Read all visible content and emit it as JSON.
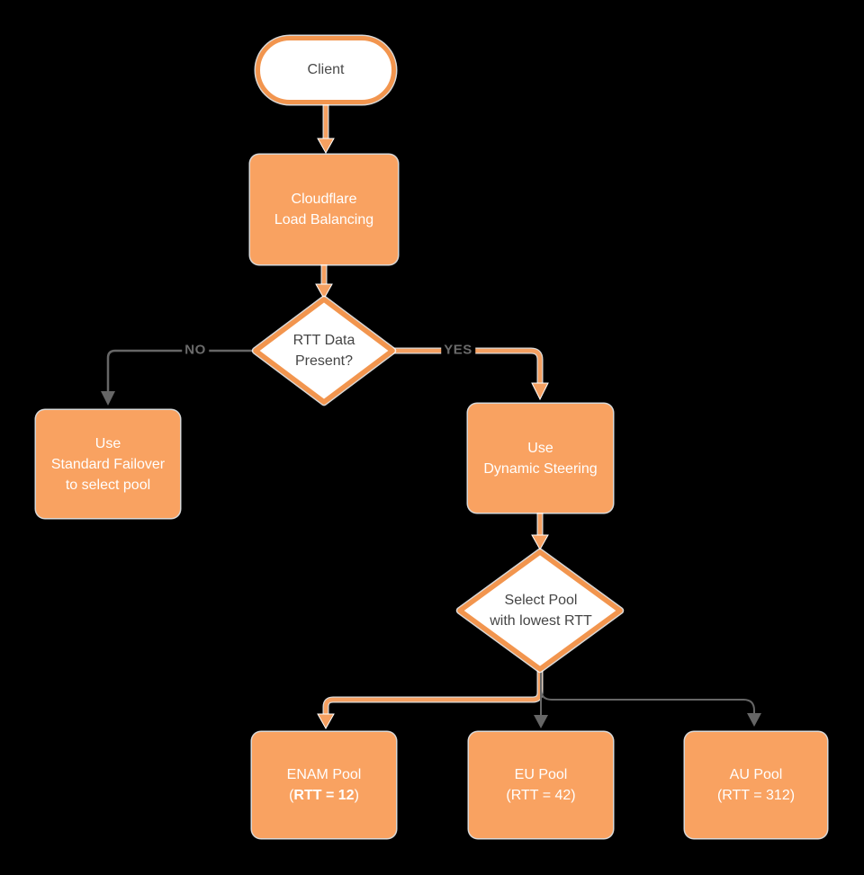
{
  "diagram_type": "flowchart",
  "colors": {
    "background": "#000000",
    "node_fill_orange": "#F9A261",
    "shape_stroke_orange": "#F2954E",
    "edge_orange": "#F5A061",
    "edge_gray": "#666666",
    "edge_label_gray": "#6B6B6B",
    "text_on_orange": "#FFFFFF",
    "text_on_white": "#454545"
  },
  "nodes": {
    "client": {
      "type": "terminator",
      "label": "Client"
    },
    "cloudflare_lb": {
      "type": "process",
      "line1": "Cloudflare",
      "line2": "Load Balancing"
    },
    "rtt_present": {
      "type": "decision",
      "line1": "RTT Data",
      "line2": "Present?"
    },
    "standard_failover": {
      "type": "process",
      "line1": "Use",
      "line2": "Standard Failover",
      "line3": "to select pool"
    },
    "dynamic_steering": {
      "type": "process",
      "line1": "Use",
      "line2": "Dynamic Steering"
    },
    "select_pool": {
      "type": "decision",
      "line1": "Select Pool",
      "line2": "with lowest RTT"
    },
    "enam_pool": {
      "type": "process",
      "line1": "ENAM Pool",
      "line2_open": "(",
      "line2_bold": "RTT = 12",
      "line2_close": ")"
    },
    "eu_pool": {
      "type": "process",
      "line1": "EU Pool",
      "line2": "(RTT = 42)"
    },
    "au_pool": {
      "type": "process",
      "line1": "AU Pool",
      "line2": "(RTT = 312)"
    }
  },
  "edges": [
    {
      "from": "rtt_present",
      "to": "standard_failover",
      "label": "NO",
      "style": "gray"
    },
    {
      "from": "rtt_present",
      "to": "dynamic_steering",
      "label": "YES",
      "style": "orange"
    },
    {
      "from": "client",
      "to": "cloudflare_lb",
      "style": "orange"
    },
    {
      "from": "cloudflare_lb",
      "to": "rtt_present",
      "style": "orange"
    },
    {
      "from": "dynamic_steering",
      "to": "select_pool",
      "style": "orange"
    },
    {
      "from": "select_pool",
      "to": "enam_pool",
      "style": "orange"
    },
    {
      "from": "select_pool",
      "to": "eu_pool",
      "style": "gray"
    },
    {
      "from": "select_pool",
      "to": "au_pool",
      "style": "gray"
    }
  ]
}
